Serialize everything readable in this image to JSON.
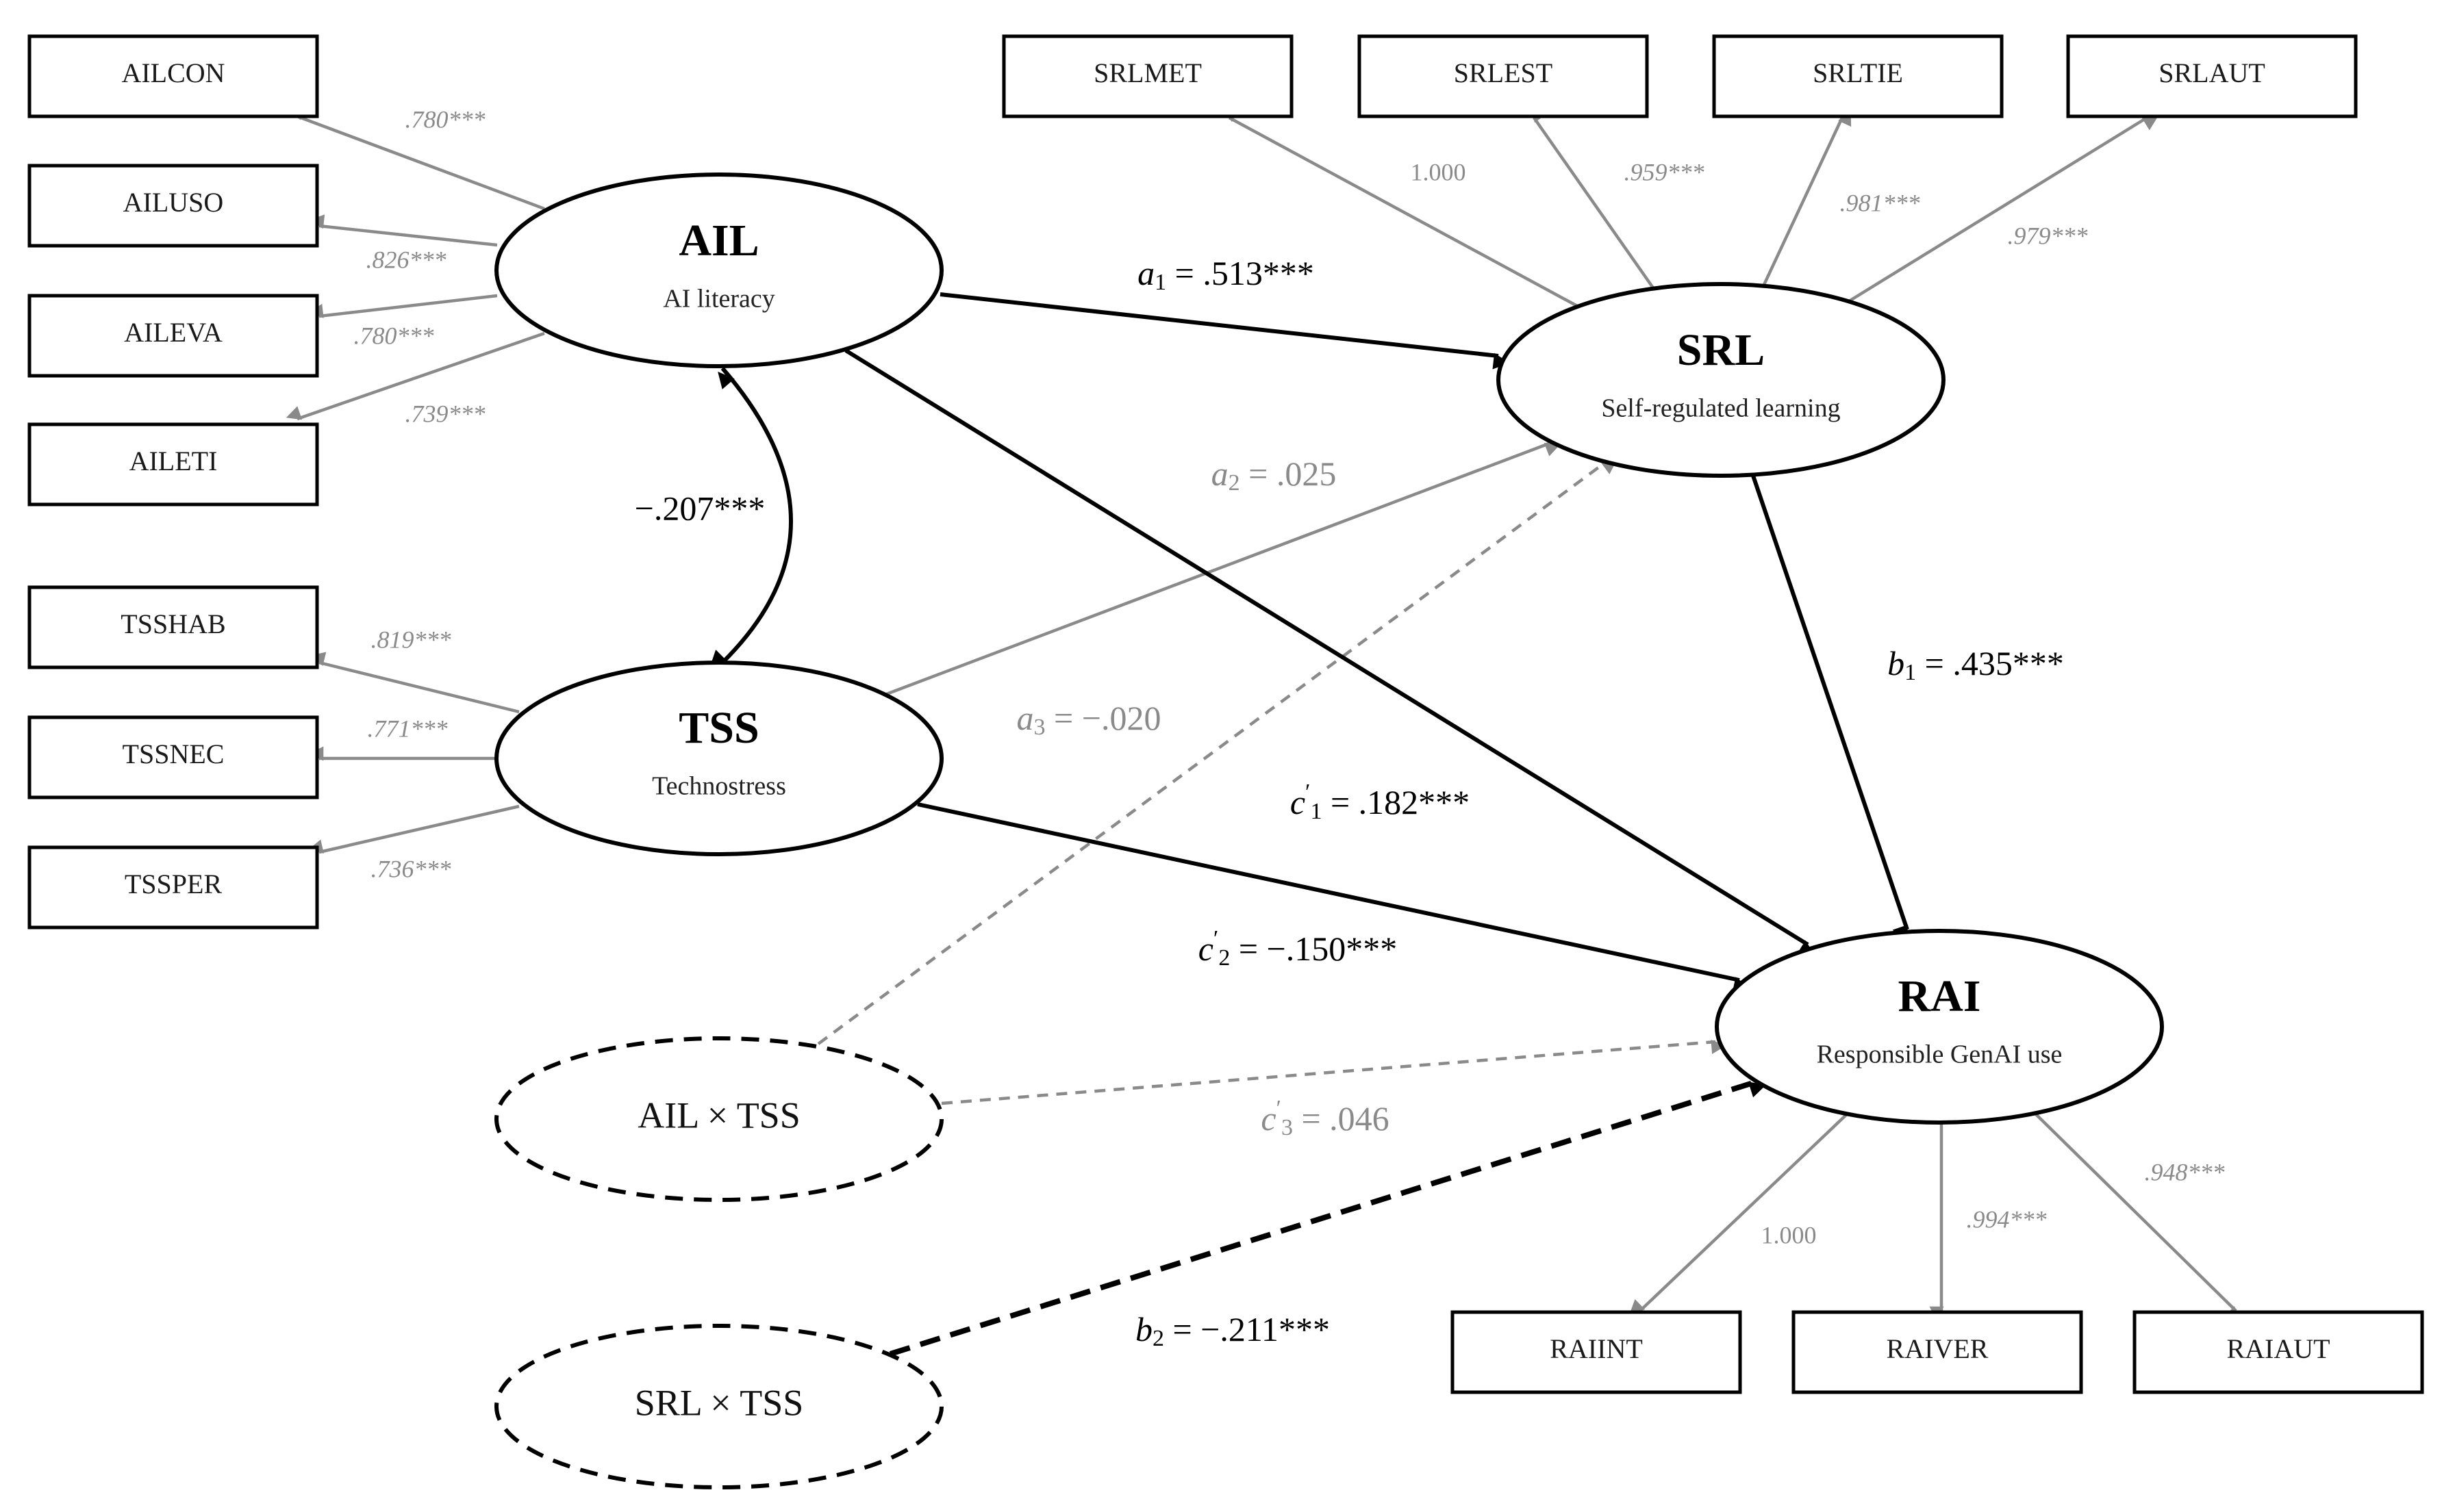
{
  "indicators": {
    "ailcon": "AILCON",
    "ailuso": "AILUSO",
    "aileva": "AILEVA",
    "aileti": "AILETI",
    "tsshab": "TSSHAB",
    "tssnec": "TSSNEC",
    "tssper": "TSSPER",
    "srlmet": "SRLMET",
    "srlest": "SRLEST",
    "srltie": "SRLTIE",
    "srlaut": "SRLAUT",
    "raiint": "RAIINT",
    "raiver": "RAIVER",
    "raiaut": "RAIAUT"
  },
  "latents": {
    "ail": {
      "abbr": "AIL",
      "full": "AI literacy"
    },
    "tss": {
      "abbr": "TSS",
      "full": "Technostress"
    },
    "srl": {
      "abbr": "SRL",
      "full": "Self-regulated learning"
    },
    "rai": {
      "abbr": "RAI",
      "full": "Responsible GenAI use"
    }
  },
  "interactions": {
    "ail_tss": "AIL × TSS",
    "srl_tss": "SRL × TSS"
  },
  "loadings": {
    "ailcon": ".780***",
    "ailuso": ".826***",
    "aileva": ".780***",
    "aileti": ".739***",
    "tsshab": ".819***",
    "tssnec": ".771***",
    "tssper": ".736***",
    "srlmet": "1.000",
    "srlest": ".959***",
    "srltie": ".981***",
    "srlaut": ".979***",
    "raiint": "1.000",
    "raiver": ".994***",
    "raiaut": ".948***"
  },
  "paths": {
    "a1": {
      "sym": "a",
      "sub": "1",
      "val": " = .513***"
    },
    "a2": {
      "sym": "a",
      "sub": "2",
      "val": " = .025"
    },
    "a3": {
      "sym": "a",
      "sub": "3",
      "val": " = −.020"
    },
    "b1": {
      "sym": "b",
      "sub": "1",
      "val": " = .435***"
    },
    "b2": {
      "sym": "b",
      "sub": "2",
      "val": " = −.211***"
    },
    "c1": {
      "sym": "c",
      "prime": "′",
      "sub": "1",
      "val": " = .182***"
    },
    "c2": {
      "sym": "c",
      "prime": "′",
      "sub": "2",
      "val": " = −.150***"
    },
    "c3": {
      "sym": "c",
      "prime": "′",
      "sub": "3",
      "val": " = .046"
    },
    "corr": "−.207***"
  },
  "colors": {
    "significant": "#000000",
    "nonsignificant": "#8a8a8a"
  }
}
